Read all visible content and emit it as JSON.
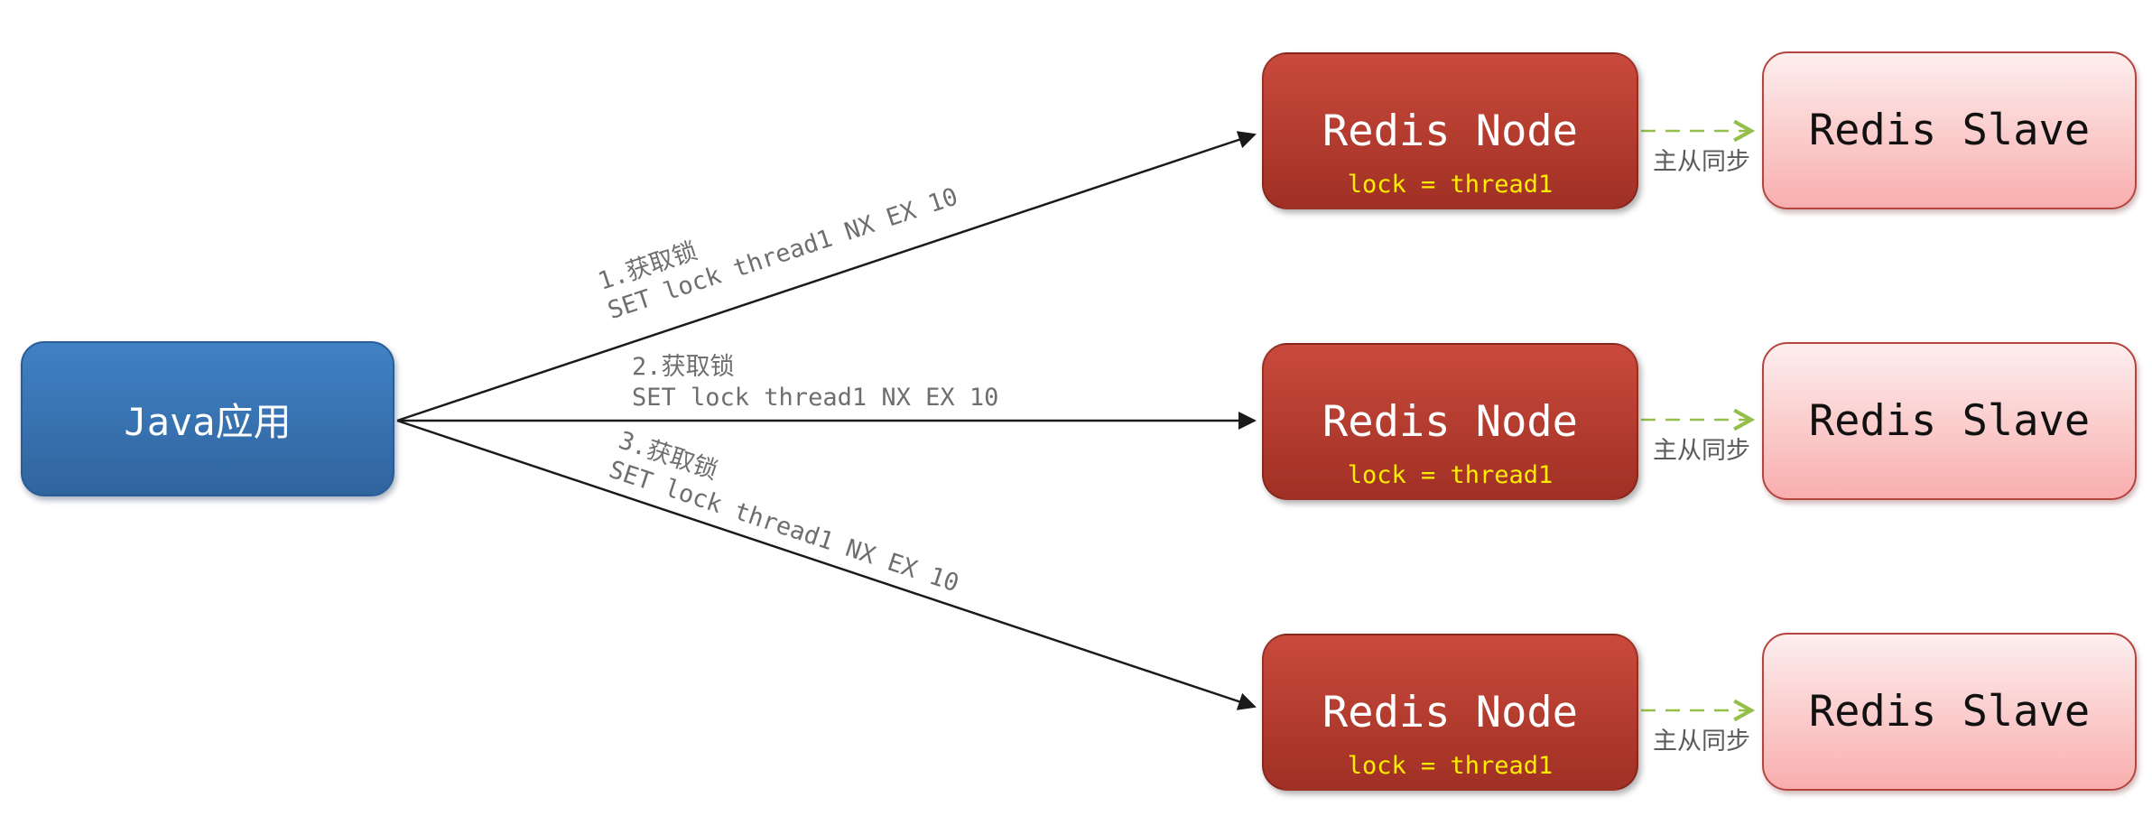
{
  "client": {
    "label": "Java应用"
  },
  "rows": [
    {
      "step": "1.获取锁",
      "command": "SET lock thread1 NX EX 10",
      "node_title": "Redis Node",
      "node_lock": "lock = thread1",
      "sync_label": "主从同步",
      "slave_title": "Redis Slave"
    },
    {
      "step": "2.获取锁",
      "command": "SET lock thread1 NX EX 10",
      "node_title": "Redis Node",
      "node_lock": "lock = thread1",
      "sync_label": "主从同步",
      "slave_title": "Redis Slave"
    },
    {
      "step": "3.获取锁",
      "command": "SET lock thread1 NX EX 10",
      "node_title": "Redis Node",
      "node_lock": "lock = thread1",
      "sync_label": "主从同步",
      "slave_title": "Redis Slave"
    }
  ],
  "colors": {
    "client_top": "#4181c5",
    "client_bottom": "#2f649e",
    "node_top": "#c94a3c",
    "node_bottom": "#a03024",
    "slave_top": "#fdeeee",
    "slave_bottom": "#f9aeae",
    "slave_border": "#b5443f",
    "lock_text": "#ffee00",
    "sync_arrow": "#94bf4a",
    "label_gray": "#6e6e6e",
    "arrow_black": "#1a1a1a"
  }
}
